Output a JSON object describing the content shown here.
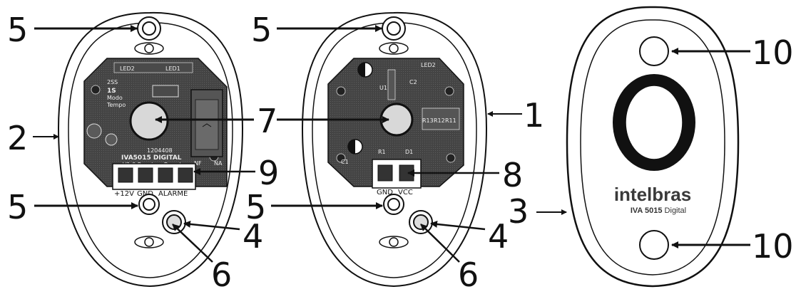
{
  "callouts": {
    "n1": "1",
    "n2": "2",
    "n3": "3",
    "n4": "4",
    "n5": "5",
    "n6": "6",
    "n7": "7",
    "n8": "8",
    "n9": "9",
    "n10": "10"
  },
  "board_left": {
    "title": "IVA5015 DIGITAL",
    "subtitle": "V1.0 Receiver Board",
    "serial": "1204408",
    "mode_label": "Modo",
    "mode_value": "1S",
    "mode_value2": "2SS",
    "time_label": "Tempo",
    "led1": "LED1",
    "led2": "LED2",
    "nf": "NF",
    "na": "NA",
    "terminal_12v": "+12V",
    "terminal_gnd": "GND",
    "terminal_alarme": "ALARME"
  },
  "board_middle": {
    "u1": "U1",
    "r1": "R1",
    "d1": "D1",
    "r11": "R11",
    "r12": "R12",
    "r13": "R13",
    "c1": "C1",
    "c2": "C2",
    "terminal_vcc": "VCC",
    "terminal_gnd": "GND",
    "led2": "LED2"
  },
  "cover": {
    "brand": "intelbras",
    "model_bold": "IVA 5015",
    "model_rest": " Digital"
  },
  "colors": {
    "line": "#111111",
    "pcb": "#3b3b3b",
    "lens": "#d8d8d8"
  }
}
